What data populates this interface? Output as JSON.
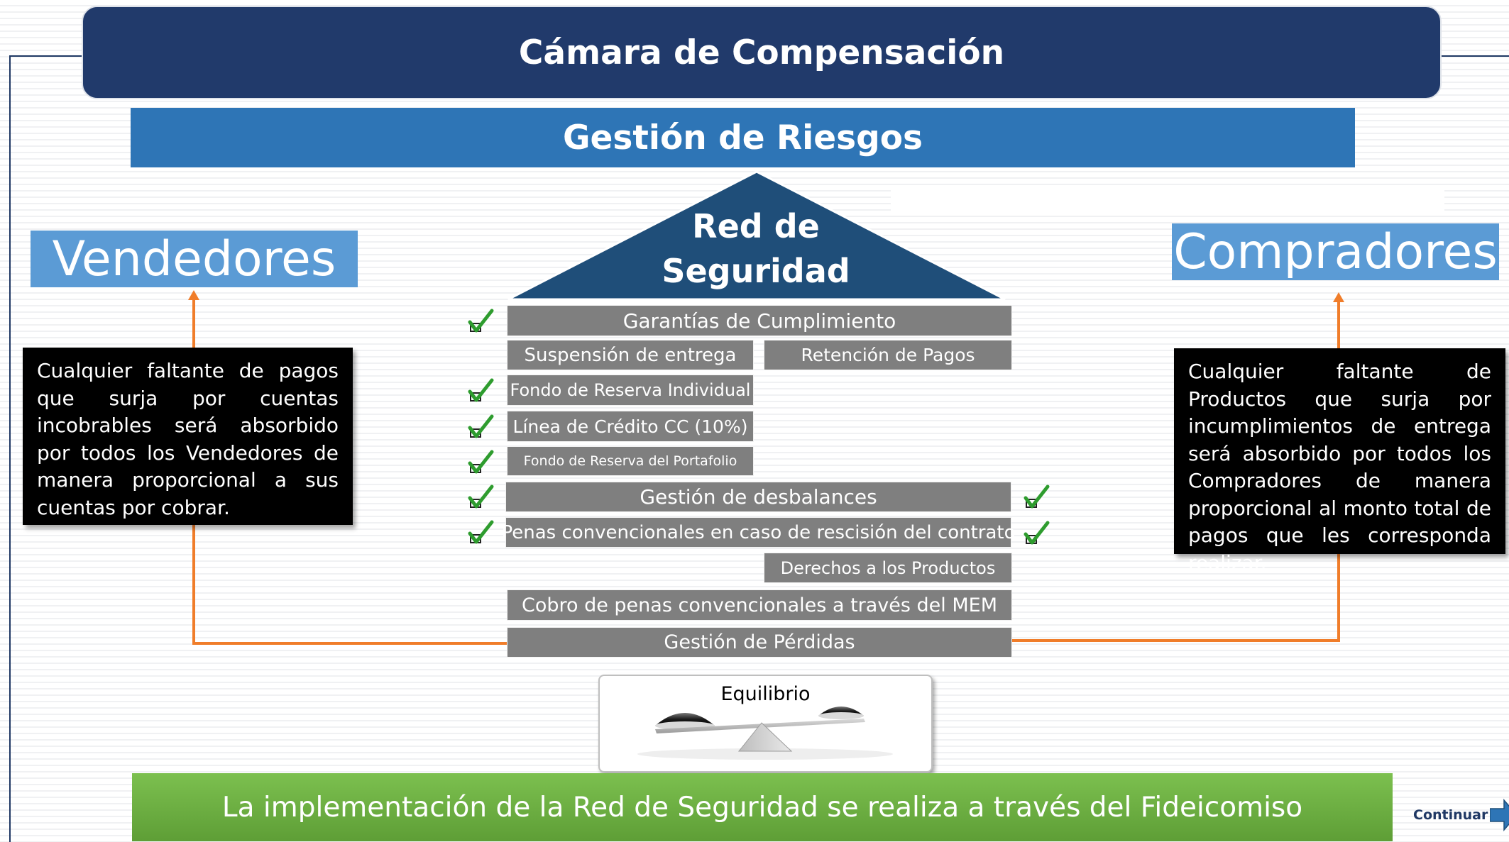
{
  "header": {
    "title": "Cámara de Compensación"
  },
  "subheader": {
    "title": "Gestión de Riesgos"
  },
  "vendedores": {
    "title": "Vendedores",
    "note": "Cualquier faltante de pagos que surja por cuentas incobrables será absorbido por todos los Vendedores de manera proporcional  a sus cuentas por cobrar."
  },
  "compradores": {
    "title": "Compradores",
    "note": "Cualquier faltante de Productos que surja por incumplimientos de entrega será absorbido por todos los Compradores de manera proporcional al monto total de pagos que les corresponda realizar."
  },
  "safety_net": {
    "line1": "Red de",
    "line2": "Seguridad",
    "items": {
      "garantias": "Garantías de Cumplimiento",
      "suspension": "Suspensión de entrega",
      "retencion": "Retención de Pagos",
      "fondo_individual": "Fondo de Reserva Individual",
      "linea_credito": "Línea de Crédito CC (10%)",
      "fondo_portafolio": "Fondo de Reserva del Portafolio",
      "desbalances": "Gestión de desbalances",
      "penas": "Penas convencionales en caso de rescisión del contrato",
      "derechos": "Derechos a los Productos",
      "cobro": "Cobro de penas convencionales a través del MEM",
      "perdidas": "Gestión de Pérdidas"
    }
  },
  "scale": {
    "label": "Equilibrio"
  },
  "footer": {
    "text": "La implementación de la Red de Seguridad se realiza a través del Fideicomiso"
  },
  "nav": {
    "continue_label": "Continuar",
    "continue_icon": "arrow-right-icon"
  },
  "colors": {
    "header": "#213a6b",
    "subheader": "#2e75b6",
    "side_title": "#5b9bd5",
    "roof": "#1f4e79",
    "bar": "#7f7f7f",
    "connector": "#f07d2a",
    "footer": "#70ad47",
    "check": "#2e9c2e"
  }
}
